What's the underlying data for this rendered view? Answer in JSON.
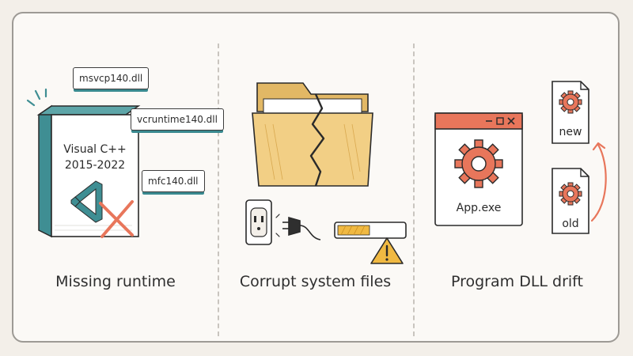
{
  "panels": [
    {
      "caption": "Missing runtime",
      "box_label": [
        "Visual C++",
        "2015-2022"
      ],
      "dll_tags": [
        "msvcp140.dll",
        "vcruntime140.dll",
        "mfc140.dll"
      ]
    },
    {
      "caption": "Corrupt system files"
    },
    {
      "caption": "Program DLL drift",
      "app_label": "App.exe",
      "files": {
        "new": "new",
        "old": "old"
      }
    }
  ],
  "colors": {
    "teal": "#3f8e93",
    "orange": "#e8765b",
    "folder": "#f2cf85",
    "folder_dark": "#e2b865",
    "warning": "#f0b942"
  },
  "icons": [
    "visual-studio-logo",
    "cross-mark",
    "gear-icon",
    "warning-icon",
    "power-outlet-icon",
    "plug-icon",
    "cracked-folder-icon"
  ]
}
